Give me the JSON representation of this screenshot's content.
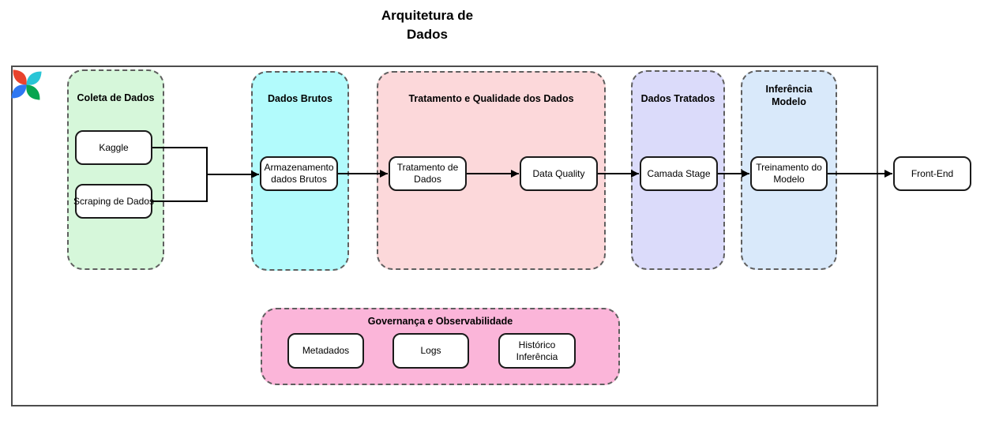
{
  "title": {
    "lines": [
      "Arquitetura de",
      "Dados"
    ]
  },
  "colors": {
    "coleta_fill": "#d6f7da",
    "brutos_fill": "#b2fbfc",
    "tratamento_fill": "#fcd8da",
    "tratados_fill": "#dbdbfa",
    "inferencia_fill": "#d9e9fa",
    "governanca_fill": "#fbb5d9",
    "zone_border": "#5f5f5f",
    "node_border": "#1a1a1a",
    "arrow": "#000000",
    "logo_red": "#e8432d",
    "logo_cyan": "#29c5d6",
    "logo_green": "#07a550",
    "logo_blue": "#2e77f2"
  },
  "containers": {
    "coleta": {
      "title": "Coleta de Dados"
    },
    "brutos": {
      "title": "Dados Brutos"
    },
    "tratamento": {
      "title": "Tratamento e Qualidade dos Dados"
    },
    "tratados": {
      "title": "Dados Tratados"
    },
    "inferencia": {
      "title_lines": [
        "Inferência",
        "Modelo"
      ]
    },
    "governanca": {
      "title": "Governança e Observabilidade"
    }
  },
  "nodes": {
    "kaggle": {
      "label": "Kaggle"
    },
    "scraping": {
      "label": "Scraping de Dados"
    },
    "armazenamento": {
      "lines": [
        "Armazenamento",
        "dados Brutos"
      ]
    },
    "tratamento_dados": {
      "lines": [
        "Tratamento de",
        "Dados"
      ]
    },
    "data_quality": {
      "label": "Data Quality"
    },
    "camada_stage": {
      "label": "Camada Stage"
    },
    "treinamento": {
      "lines": [
        "Treinamento do",
        "Modelo"
      ]
    },
    "front_end": {
      "label": "Front-End"
    },
    "metadados": {
      "label": "Metadados"
    },
    "logs": {
      "label": "Logs"
    },
    "historico": {
      "lines": [
        "Histórico",
        "Inferência"
      ]
    }
  }
}
